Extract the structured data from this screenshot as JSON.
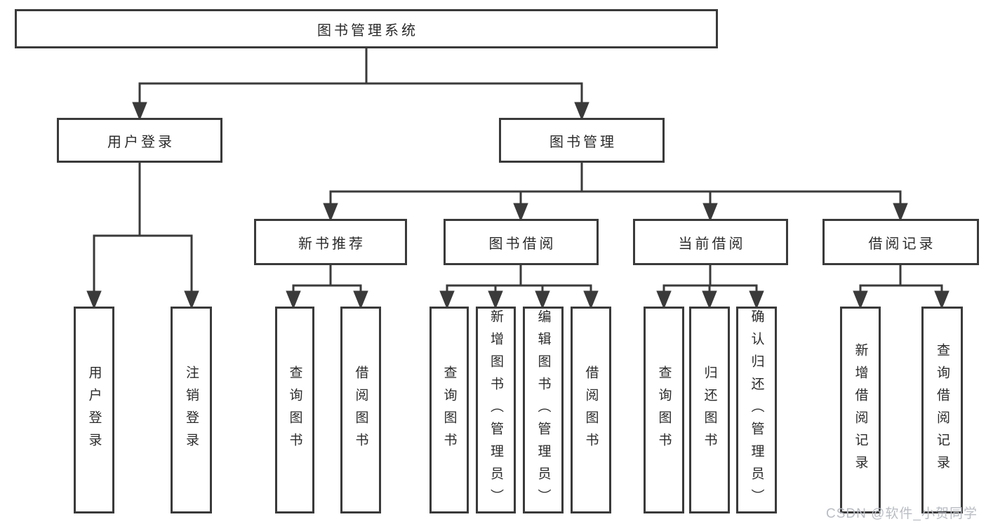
{
  "tree": {
    "root": "图书管理系统",
    "branches": [
      {
        "label": "用户登录",
        "children": [
          "用户登录",
          "注销登录"
        ]
      },
      {
        "label": "图书管理",
        "groups": [
          {
            "label": "新书推荐",
            "children": [
              "查询图书",
              "借阅图书"
            ]
          },
          {
            "label": "图书借阅",
            "children": [
              "查询图书",
              "新增图书（管理员）",
              "编辑图书（管理员）",
              "借阅图书"
            ]
          },
          {
            "label": "当前借阅",
            "children": [
              "查询图书",
              "归还图书",
              "确认归还（管理员）"
            ]
          },
          {
            "label": "借阅记录",
            "children": [
              "新增借阅记录",
              "查询借阅记录"
            ]
          }
        ]
      }
    ]
  },
  "colors": {
    "line": "#3a3a3a",
    "text": "#2b2b2b",
    "watermark": "#b9bdc3",
    "background": "#ffffff"
  },
  "watermark": "CSDN @软件_小贺同学"
}
